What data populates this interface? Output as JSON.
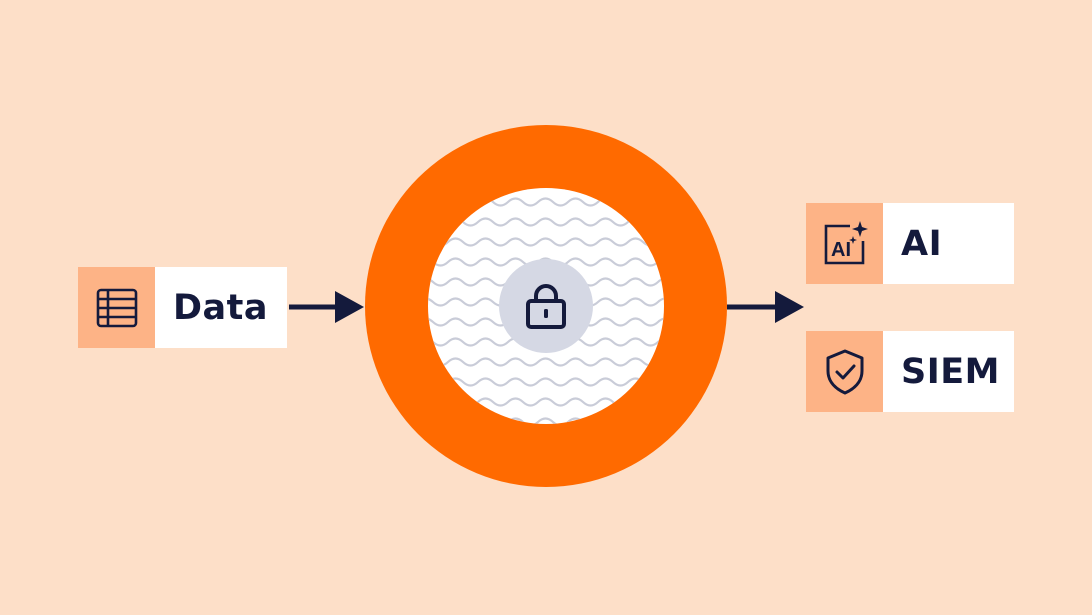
{
  "inputs": [
    {
      "label": "Data",
      "icon": "database-icon"
    }
  ],
  "core": {
    "icon": "lock-icon"
  },
  "outputs": [
    {
      "label": "AI",
      "icon": "ai-sparkle-icon"
    },
    {
      "label": "SIEM",
      "icon": "shield-check-icon"
    }
  ],
  "colors": {
    "background": "#fddfc8",
    "ring": "#ff6a00",
    "icon_tile": "#fdb386",
    "ink": "#141a3c",
    "lock_disc": "#d5d8e4",
    "wave": "#c9ccd8"
  }
}
